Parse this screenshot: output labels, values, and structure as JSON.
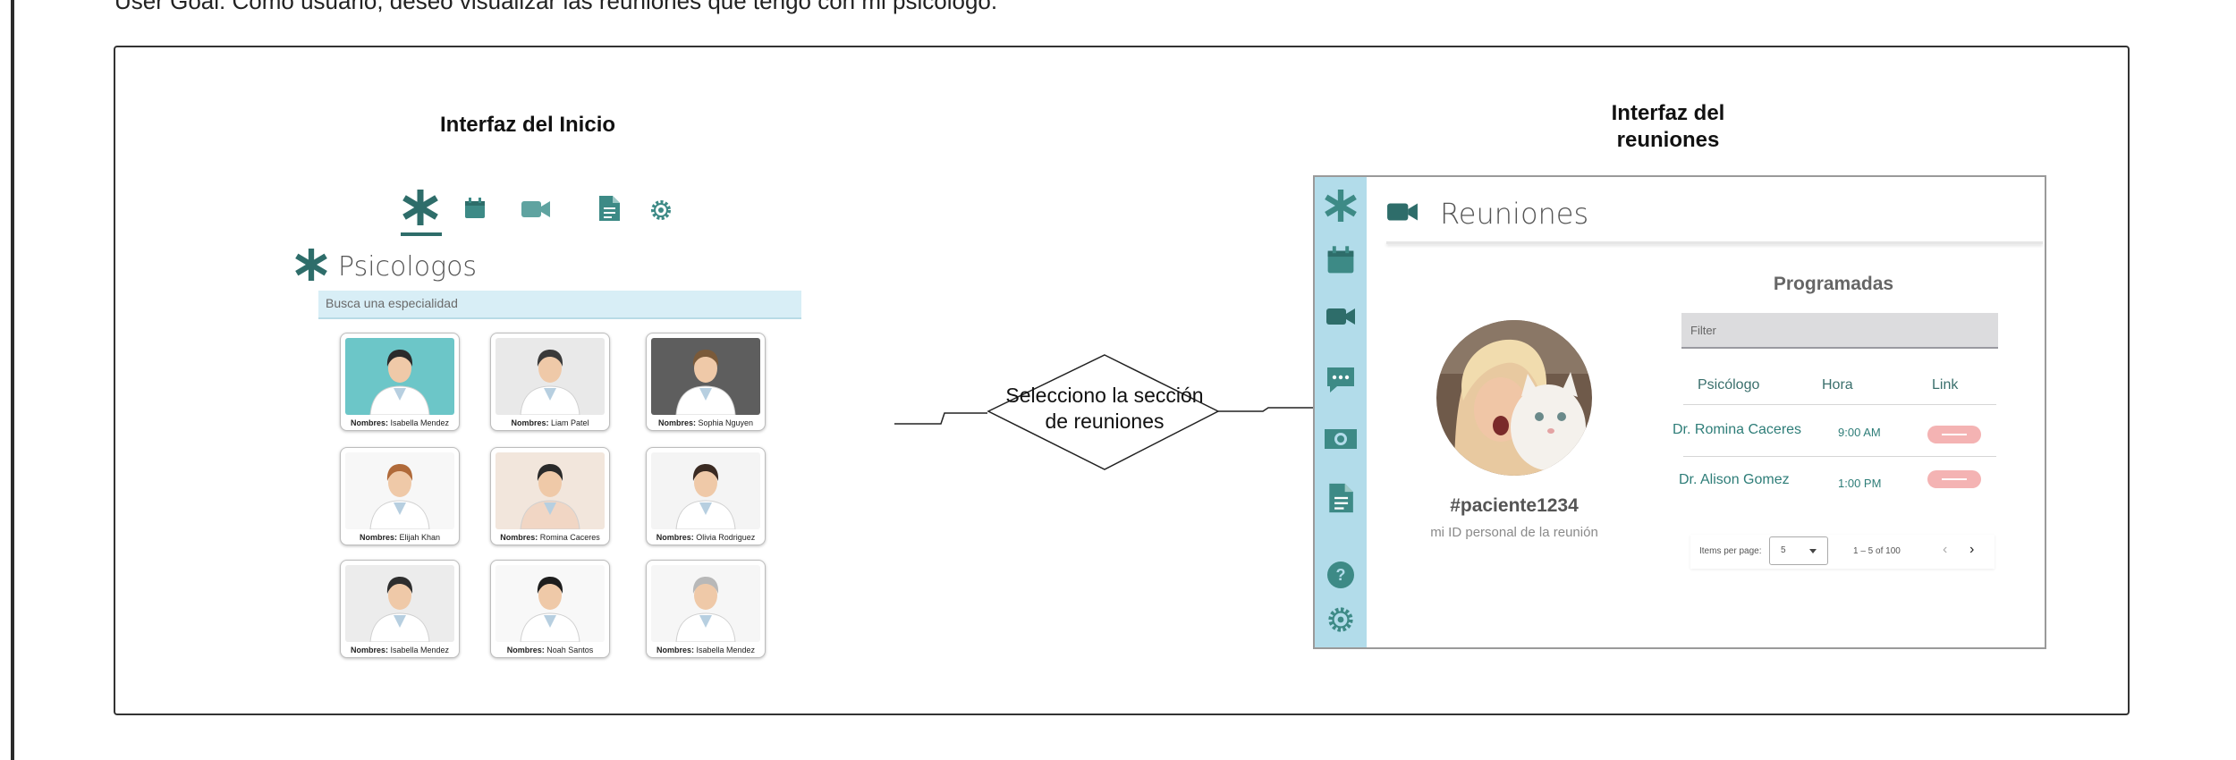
{
  "user_goal": "User Goal: Como usuario, deseo  visualizar las reuniones que tengo con mi psicologo.",
  "titles": {
    "inicio": "Interfaz del Inicio",
    "reuniones_1": "Interfaz del",
    "reuniones_2": "reuniones"
  },
  "connector_label": {
    "line1": "Selecciono la sección",
    "line2": "de reuniones"
  },
  "home": {
    "nav_icons": [
      "asterisk-icon",
      "calendar-icon",
      "video-camera-icon",
      "document-icon",
      "gear-icon"
    ],
    "section_title": "Psicologos",
    "search_placeholder": "Busca una especialidad",
    "name_prefix": "Nombres:",
    "cards": [
      "Isabella Mendez",
      "Liam Patel",
      "Sophia Nguyen",
      "Elijah Khan",
      "Romina Caceres",
      "Olivia Rodriguez",
      "Isabella Mendez",
      "Noah Santos",
      "Isabella Mendez"
    ]
  },
  "meetings": {
    "sidebar_icons": [
      "asterisk-icon",
      "calendar-icon",
      "video-camera-icon",
      "chat-icon",
      "money-icon",
      "document-icon",
      "help-icon",
      "gear-icon"
    ],
    "header_title": "Reuniones",
    "patient_id": "#paciente1234",
    "patient_id_caption": "mi ID personal de la reunión",
    "table_title": "Programadas",
    "filter_placeholder": "Filter",
    "headers": {
      "psicologo": "Psicólogo",
      "hora": "Hora",
      "link": "Link"
    },
    "rows": [
      {
        "psicologo": "Dr. Romina Caceres",
        "hora": "9:00 AM"
      },
      {
        "psicologo": "Dr. Alison Gomez",
        "hora": "1:00 PM"
      }
    ],
    "pager": {
      "items_label": "Items per page:",
      "page_size": "5",
      "range": "1 – 5 of 100",
      "prev": "‹",
      "next": "›"
    }
  },
  "colors": {
    "teal": "#2e6d6a",
    "sidebar": "#b2dcea",
    "pill": "#f4b3b3"
  }
}
